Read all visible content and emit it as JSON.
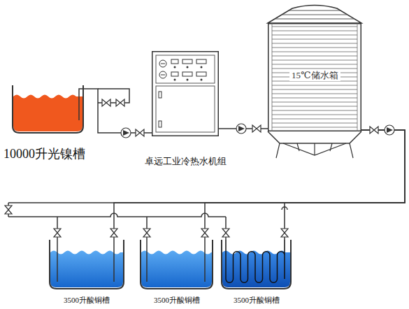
{
  "diagram": {
    "nodes": [
      {
        "text": [
          "10000升光镍槽"
        ]
      },
      {
        "text": [
          "卓远工业冷热水机组"
        ]
      },
      {
        "text": [
          "15℃储水箱"
        ]
      },
      {
        "text": [
          "3500升酸铜槽"
        ]
      },
      {
        "text": [
          "3500升酸铜槽"
        ]
      },
      {
        "text": [
          "3500升酸铜槽"
        ]
      }
    ],
    "edges": [
      {
        "from": 0,
        "to": 1,
        "arrow": "none"
      },
      {
        "from": 1,
        "to": 2,
        "arrow": "none"
      },
      {
        "from": 2,
        "to": 3,
        "arrow": "none"
      },
      {
        "from": 2,
        "to": 4,
        "arrow": "none"
      },
      {
        "from": 2,
        "to": 5,
        "arrow": "none"
      }
    ]
  }
}
